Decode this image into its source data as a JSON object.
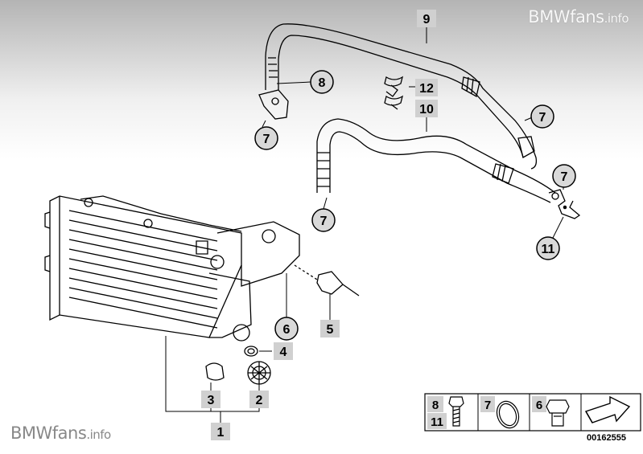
{
  "watermark": {
    "top_brand": "BMWfans",
    "top_suffix": ".info",
    "bottom_brand": "BMWfans",
    "bottom_suffix": ".info"
  },
  "callouts": {
    "c1": "1",
    "c2": "2",
    "c3": "3",
    "c4": "4",
    "c5": "5",
    "c6": "6",
    "c7a": "7",
    "c7b": "7",
    "c7c": "7",
    "c7d": "7",
    "c8": "8",
    "c9": "9",
    "c10": "10",
    "c11": "11",
    "c12": "12"
  },
  "legend": {
    "box1_top": "8",
    "box1_bottom": "11",
    "box2": "7",
    "box3": "6"
  },
  "part_number": "00162555",
  "colors": {
    "background_top": "#b4b4b4",
    "background_bottom": "#ffffff",
    "callout_fill": "#d9d9d9",
    "label_bg": "#d0d0d0",
    "line": "#000000"
  }
}
